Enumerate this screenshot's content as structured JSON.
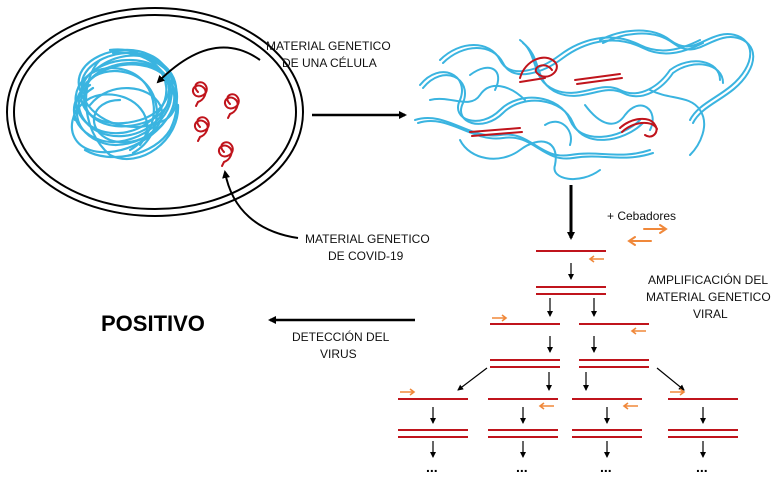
{
  "labels": {
    "cell_genetic_material_1": "MATERIAL GENETICO",
    "cell_genetic_material_2": "DE UNA CÉLULA",
    "covid_genetic_material_1": "MATERIAL GENETICO",
    "covid_genetic_material_2": "DE COVID-19",
    "primers": "+ Cebadores",
    "amplification_1": "AMPLIFICACIÓN DEL",
    "amplification_2": "MATERIAL GENETICO",
    "amplification_3": "VIRAL",
    "detection_1": "DETECCIÓN DEL",
    "detection_2": "VIRUS",
    "result": "POSITIVO",
    "continuation": "..."
  },
  "colors": {
    "host_dna": "#3ab4e0",
    "viral_rna": "#c0141c",
    "primer": "#f0883a",
    "arrow": "#000000"
  }
}
